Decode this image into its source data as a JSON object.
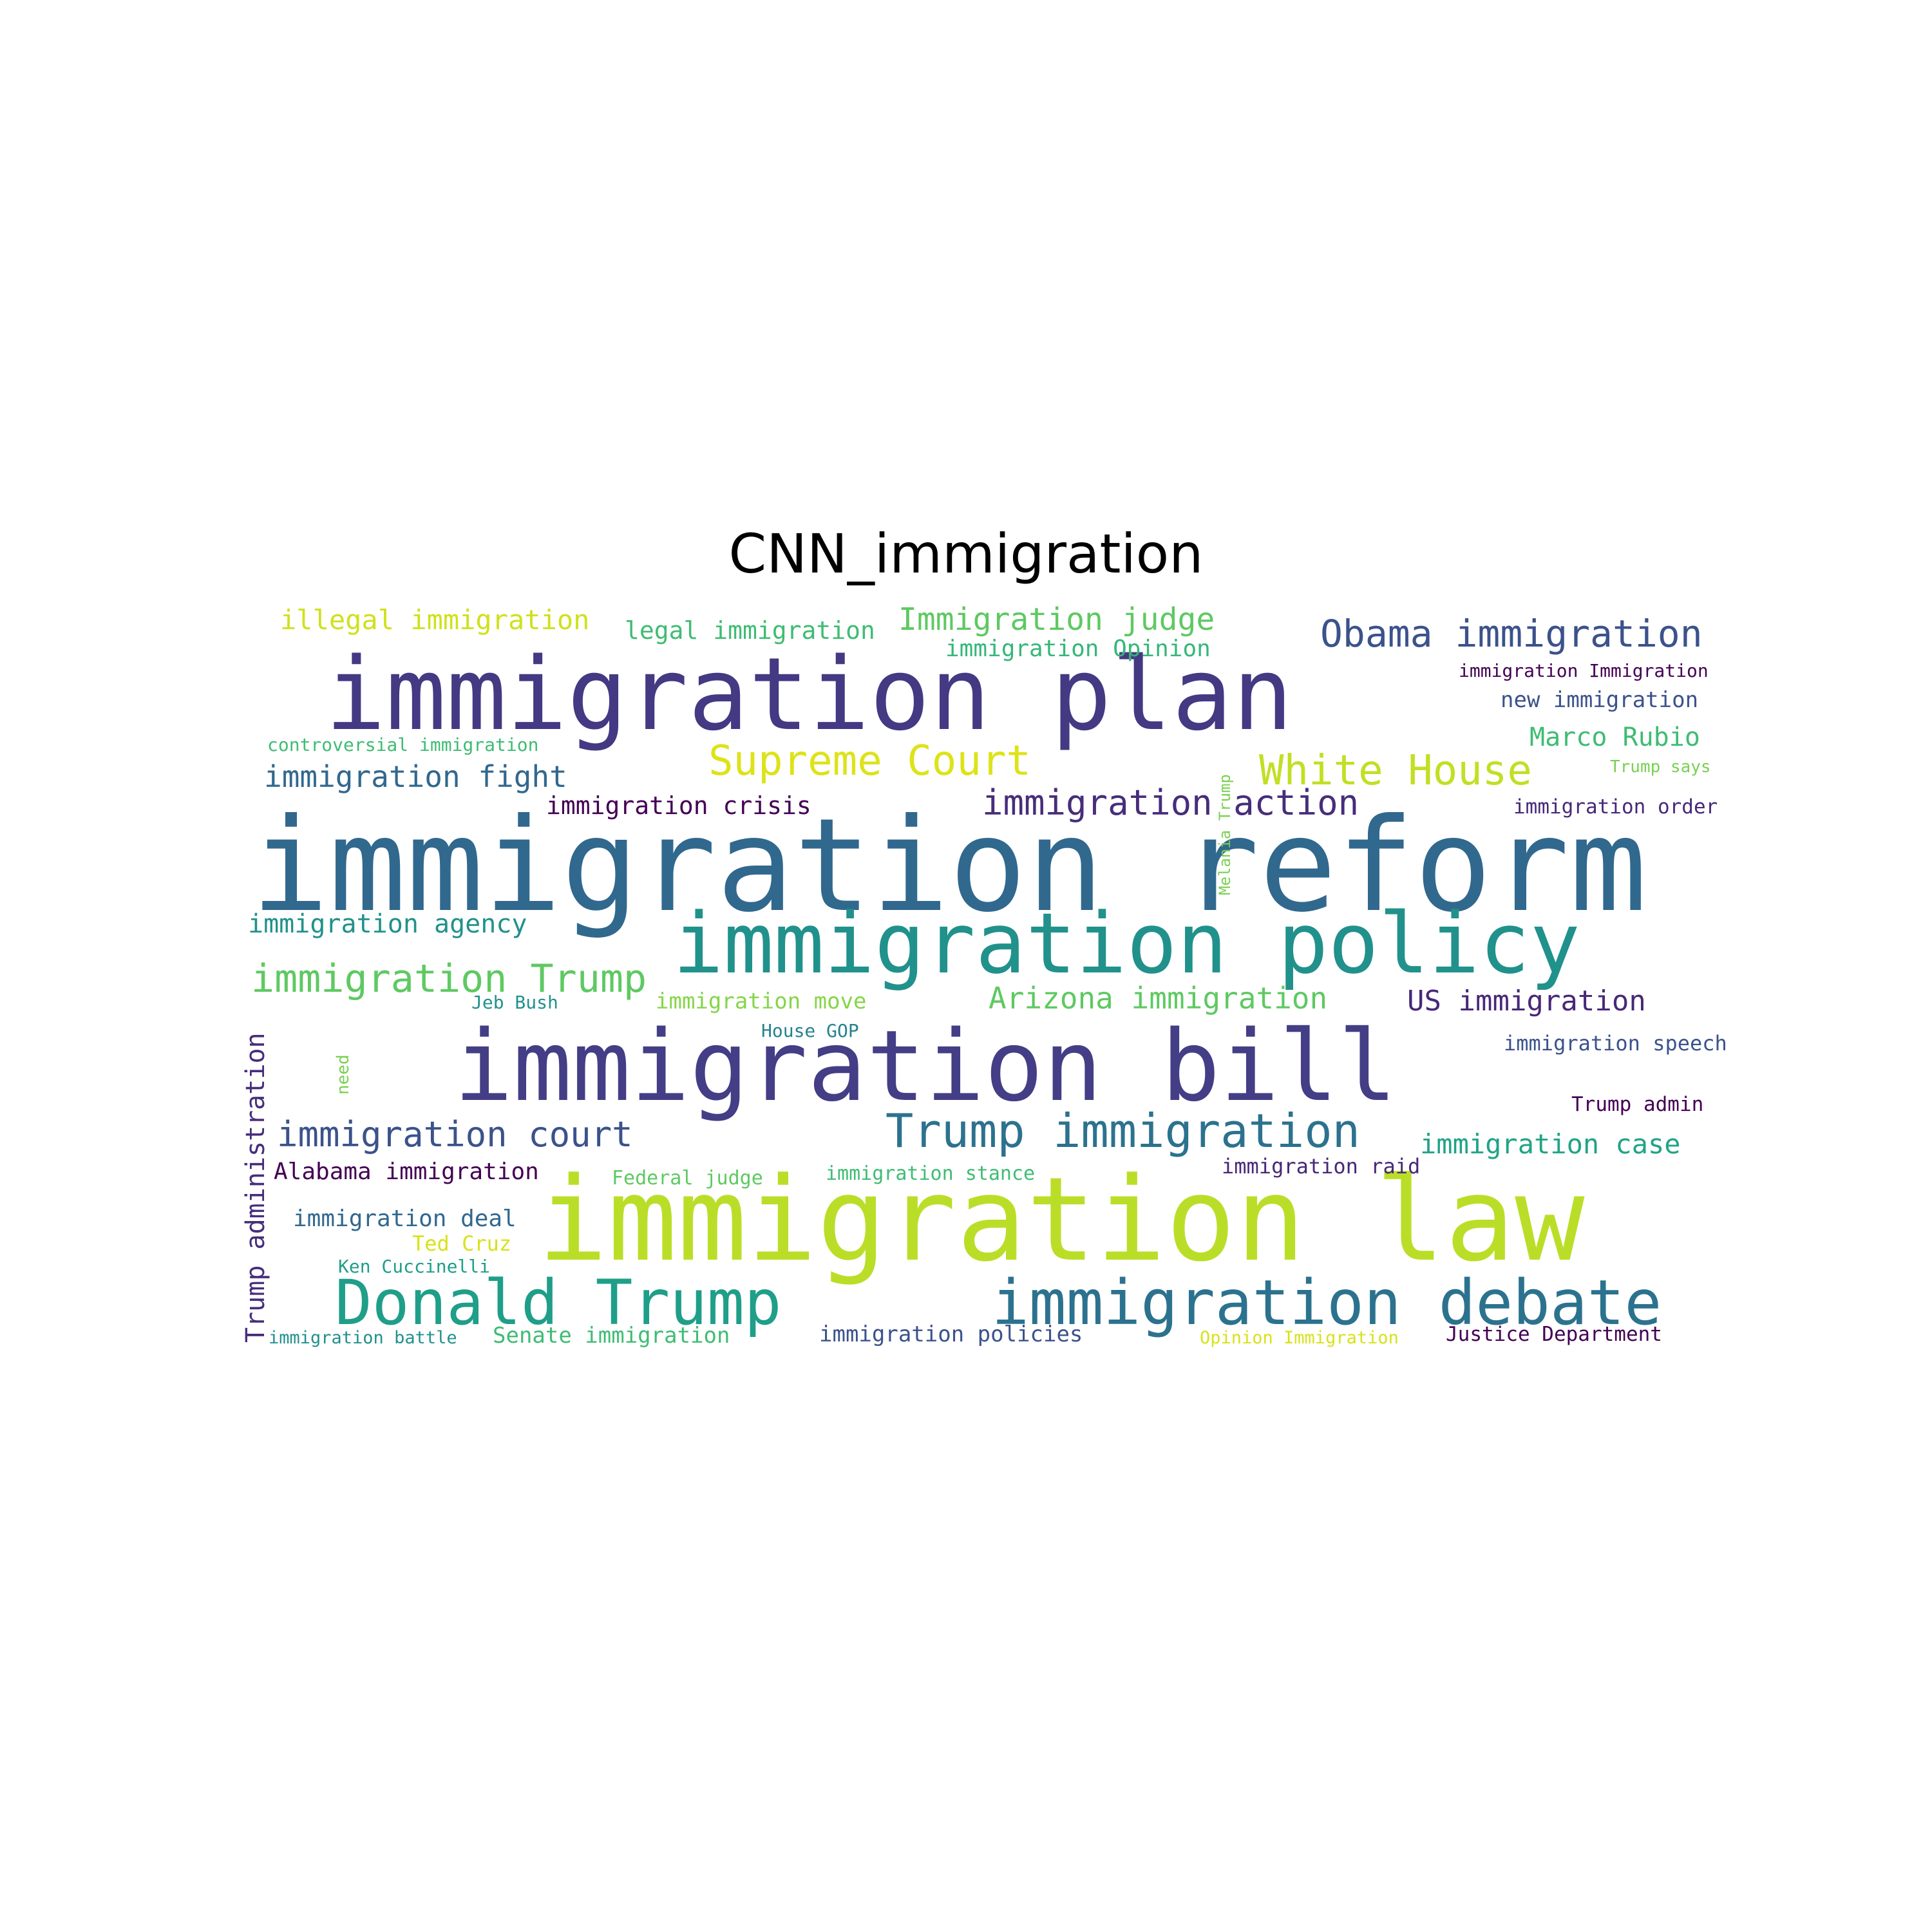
{
  "title": "CNN_immigration",
  "palette": {
    "yellow": "#dde318",
    "lime": "#bade28",
    "green": "#5ec962",
    "mint": "#3fbc73",
    "teal": "#21918c",
    "steel": "#2c728e",
    "blue": "#3b528b",
    "indigo": "#472d7b",
    "purple": "#440154",
    "background": "#ffffff"
  },
  "words": [
    {
      "text": "immigration reform",
      "color": "#31688e"
    },
    {
      "text": "immigration plan",
      "color": "#443983"
    },
    {
      "text": "immigration law",
      "color": "#bade28"
    },
    {
      "text": "immigration bill",
      "color": "#433e85"
    },
    {
      "text": "immigration policy",
      "color": "#21918c"
    },
    {
      "text": "immigration debate",
      "color": "#2c728e"
    },
    {
      "text": "Donald Trump",
      "color": "#1f9e89"
    },
    {
      "text": "Trump immigration",
      "color": "#2c728e"
    },
    {
      "text": "Obama immigration",
      "color": "#3b528b"
    },
    {
      "text": "Supreme Court",
      "color": "#dde318"
    },
    {
      "text": "White House",
      "color": "#c2df23"
    },
    {
      "text": "immigration action",
      "color": "#472d7b"
    },
    {
      "text": "immigration Trump",
      "color": "#5ec962"
    },
    {
      "text": "immigration court",
      "color": "#3b528b"
    },
    {
      "text": "Immigration judge",
      "color": "#5ec962"
    },
    {
      "text": "illegal immigration",
      "color": "#d0e11c"
    },
    {
      "text": "Arizona immigration",
      "color": "#5ec962"
    },
    {
      "text": "US immigration",
      "color": "#482878"
    },
    {
      "text": "immigration fight",
      "color": "#31688e"
    },
    {
      "text": "immigration agency",
      "color": "#21918c"
    },
    {
      "text": "immigration case",
      "color": "#20a486"
    },
    {
      "text": "Trump administration",
      "color": "#472d7b"
    },
    {
      "text": "immigration crisis",
      "color": "#440154"
    },
    {
      "text": "legal immigration",
      "color": "#3fbc73"
    },
    {
      "text": "immigration Opinion",
      "color": "#35b779"
    },
    {
      "text": "Marco Rubio",
      "color": "#3fbc73"
    },
    {
      "text": "new immigration",
      "color": "#3b528b"
    },
    {
      "text": "Alabama immigration",
      "color": "#440154"
    },
    {
      "text": "immigration deal",
      "color": "#31688e"
    },
    {
      "text": "immigration policies",
      "color": "#3b528b"
    },
    {
      "text": "Justice Department",
      "color": "#440154"
    },
    {
      "text": "Senate immigration",
      "color": "#3fbc73"
    },
    {
      "text": "immigration move",
      "color": "#86d549"
    },
    {
      "text": "immigration order",
      "color": "#482878"
    },
    {
      "text": "immigration speech",
      "color": "#3b528b"
    },
    {
      "text": "immigration raid",
      "color": "#482878"
    },
    {
      "text": "Trump admin",
      "color": "#440154"
    },
    {
      "text": "immigration stance",
      "color": "#3fbc73"
    },
    {
      "text": "Ted Cruz",
      "color": "#d8e219"
    },
    {
      "text": "immigration Immigration",
      "color": "#440154"
    },
    {
      "text": "controversial immigration",
      "color": "#3fbc73"
    },
    {
      "text": "Federal judge",
      "color": "#5ec962"
    },
    {
      "text": "Jeb Bush",
      "color": "#21918c"
    },
    {
      "text": "House GOP",
      "color": "#26828e"
    },
    {
      "text": "Ken Cuccinelli",
      "color": "#1f9e89"
    },
    {
      "text": "immigration battle",
      "color": "#21918c"
    },
    {
      "text": "Opinion Immigration",
      "color": "#d8e219"
    },
    {
      "text": "Trump says",
      "color": "#7ad151"
    },
    {
      "text": "Melania Trump",
      "color": "#7ad151"
    },
    {
      "text": "need",
      "color": "#7ad151"
    }
  ]
}
